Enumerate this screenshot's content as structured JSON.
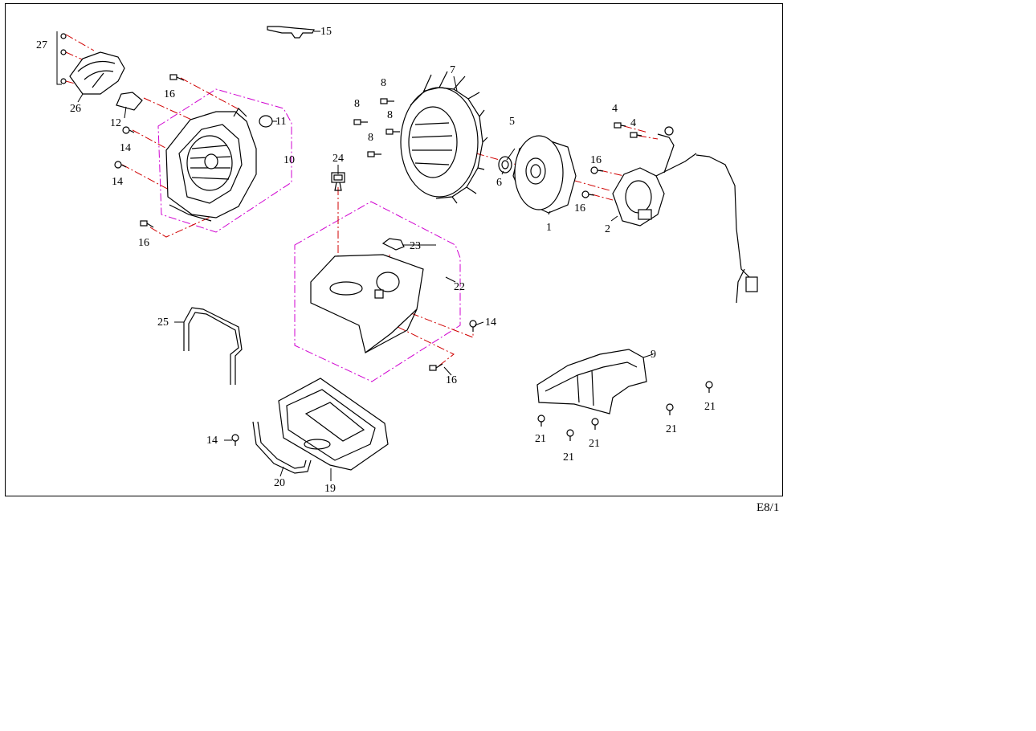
{
  "page_code": "E8/1",
  "parts": [
    {
      "id": "p1",
      "number": "1"
    },
    {
      "id": "p2",
      "number": "2"
    },
    {
      "id": "p4a",
      "number": "4"
    },
    {
      "id": "p4b",
      "number": "4"
    },
    {
      "id": "p5",
      "number": "5"
    },
    {
      "id": "p6",
      "number": "6"
    },
    {
      "id": "p7",
      "number": "7"
    },
    {
      "id": "p8a",
      "number": "8"
    },
    {
      "id": "p8b",
      "number": "8"
    },
    {
      "id": "p8c",
      "number": "8"
    },
    {
      "id": "p8d",
      "number": "8"
    },
    {
      "id": "p9",
      "number": "9"
    },
    {
      "id": "p10",
      "number": "10"
    },
    {
      "id": "p11",
      "number": "11"
    },
    {
      "id": "p12",
      "number": "12"
    },
    {
      "id": "p14a",
      "number": "14"
    },
    {
      "id": "p14b",
      "number": "14"
    },
    {
      "id": "p14c",
      "number": "14"
    },
    {
      "id": "p14d",
      "number": "14"
    },
    {
      "id": "p15",
      "number": "15"
    },
    {
      "id": "p16a",
      "number": "16"
    },
    {
      "id": "p16b",
      "number": "16"
    },
    {
      "id": "p16c",
      "number": "16"
    },
    {
      "id": "p16d",
      "number": "16"
    },
    {
      "id": "p16e",
      "number": "16"
    },
    {
      "id": "p19",
      "number": "19"
    },
    {
      "id": "p20",
      "number": "20"
    },
    {
      "id": "p21a",
      "number": "21"
    },
    {
      "id": "p21b",
      "number": "21"
    },
    {
      "id": "p21c",
      "number": "21"
    },
    {
      "id": "p21d",
      "number": "21"
    },
    {
      "id": "p21e",
      "number": "21"
    },
    {
      "id": "p22",
      "number": "22"
    },
    {
      "id": "p23",
      "number": "23"
    },
    {
      "id": "p24",
      "number": "24"
    },
    {
      "id": "p25",
      "number": "25"
    },
    {
      "id": "p26",
      "number": "26"
    },
    {
      "id": "p27",
      "number": "27"
    }
  ],
  "colors": {
    "frame": "#000000",
    "axis_lines": "#d00000",
    "group_outline": "#d000d0",
    "background": "#ffffff"
  }
}
